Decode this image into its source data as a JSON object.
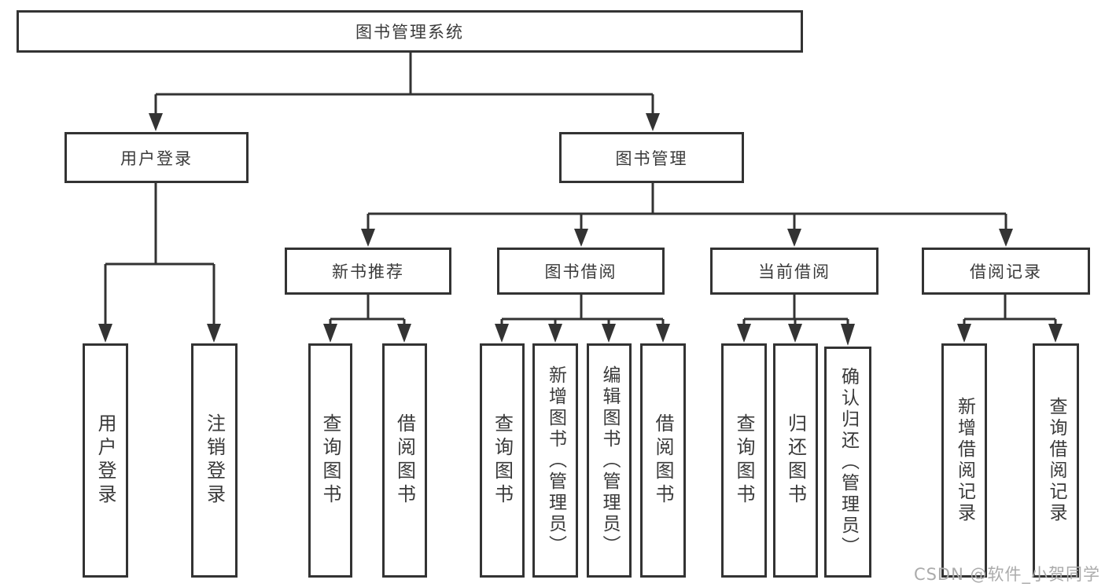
{
  "diagram": {
    "title": "图书管理系统",
    "root": {
      "label": "图书管理系统"
    },
    "level2": [
      {
        "id": "user_login",
        "label": "用户登录"
      },
      {
        "id": "book_management",
        "label": "图书管理"
      }
    ],
    "level3": [
      {
        "id": "new_book_recommend",
        "label": "新书推荐"
      },
      {
        "id": "book_borrowing",
        "label": "图书借阅"
      },
      {
        "id": "current_borrowing",
        "label": "当前借阅"
      },
      {
        "id": "borrowing_records",
        "label": "借阅记录"
      }
    ],
    "leaves": {
      "user_login": [
        {
          "label": "用户登录"
        },
        {
          "label": "注销登录"
        }
      ],
      "new_book_recommend": [
        {
          "label": "查询图书"
        },
        {
          "label": "借阅图书"
        }
      ],
      "book_borrowing": [
        {
          "label": "查询图书"
        },
        {
          "label": "新增图书（管理员）"
        },
        {
          "label": "编辑图书（管理员）"
        },
        {
          "label": "借阅图书"
        }
      ],
      "current_borrowing": [
        {
          "label": "查询图书"
        },
        {
          "label": "归还图书"
        },
        {
          "label": "确认归还（管理员）"
        }
      ],
      "borrowing_records": [
        {
          "label": "新增借阅记录"
        },
        {
          "label": "查询借阅记录"
        }
      ]
    },
    "watermark": "CSDN @软件_小贺同学",
    "colors": {
      "line": "#333333",
      "text": "#3a3a3a",
      "watermark": "#ababab",
      "background": "#ffffff"
    }
  }
}
